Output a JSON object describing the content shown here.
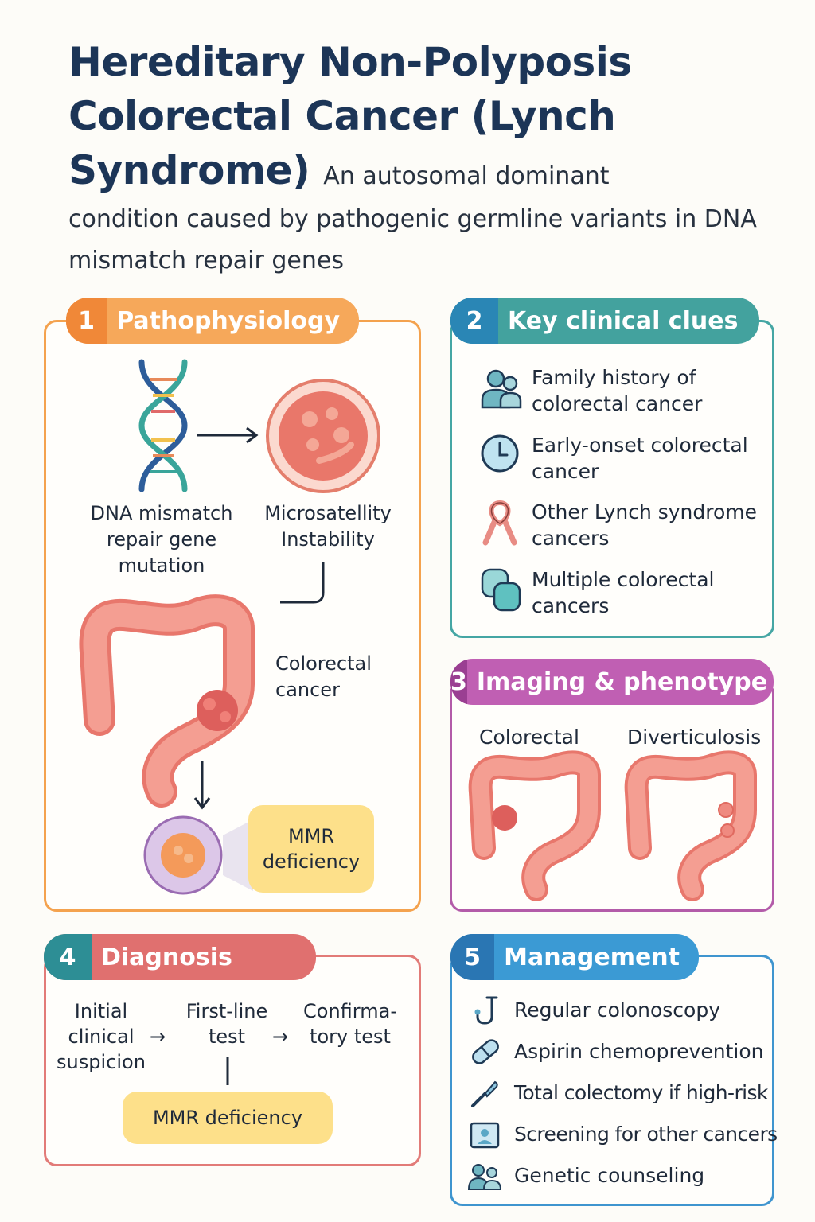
{
  "header": {
    "title": "Hereditary Non-Polyposis Colorectal Cancer (Lynch Syndrome)",
    "subtitle_inline": "An autosomal dominant",
    "subtitle_rest": "condition caused by pathogenic germline variants in DNA mismatch repair genes"
  },
  "colors": {
    "orange": "#f49345",
    "teal": "#3a9ea0",
    "purple": "#b45ca8",
    "red": "#e07271",
    "blue": "#3a8fc9",
    "pill": "#fde08a"
  },
  "sections": {
    "pathophysiology": {
      "number": "1",
      "title": "Pathophysiology",
      "dna_label": "DNA mismatch repair gene mutation",
      "msi_label": "Microsatellity Instability",
      "crc_label": "Colorectal cancer",
      "mmr_label": "MMR deficiency",
      "icons": [
        "dna-icon",
        "cell-icon",
        "colon-icon",
        "tumor-cell-icon"
      ]
    },
    "clues": {
      "number": "2",
      "title": "Key clinical clues",
      "items": [
        {
          "icon": "family-icon",
          "label": "Family history of colorectal cancer"
        },
        {
          "icon": "clock-icon",
          "label": "Early-onset colorectal cancer"
        },
        {
          "icon": "ribbon-icon",
          "label": "Other Lynch syndrome cancers"
        },
        {
          "icon": "multiple-icon",
          "label": "Multiple colorectal cancers"
        }
      ]
    },
    "imaging": {
      "number": "3",
      "title": "Imaging & phenotype",
      "left_label": "Colorectal",
      "right_label": "Diverticulosis"
    },
    "diagnosis": {
      "number": "4",
      "title": "Diagnosis",
      "step1": "Initial clinical suspicion",
      "step2": "First-line test",
      "step3": "Confirma- tory test",
      "arrow": "→",
      "result": "MMR deficiency"
    },
    "management": {
      "number": "5",
      "title": "Management",
      "items": [
        {
          "icon": "colonoscope-icon",
          "label": "Regular colonoscopy"
        },
        {
          "icon": "pill-icon",
          "label": "Aspirin chemoprevention"
        },
        {
          "icon": "scalpel-icon",
          "label": "Total colectomy if high-risk"
        },
        {
          "icon": "screening-icon",
          "label": "Screening for other cancers"
        },
        {
          "icon": "counseling-icon",
          "label": "Genetic counseling"
        }
      ]
    }
  }
}
